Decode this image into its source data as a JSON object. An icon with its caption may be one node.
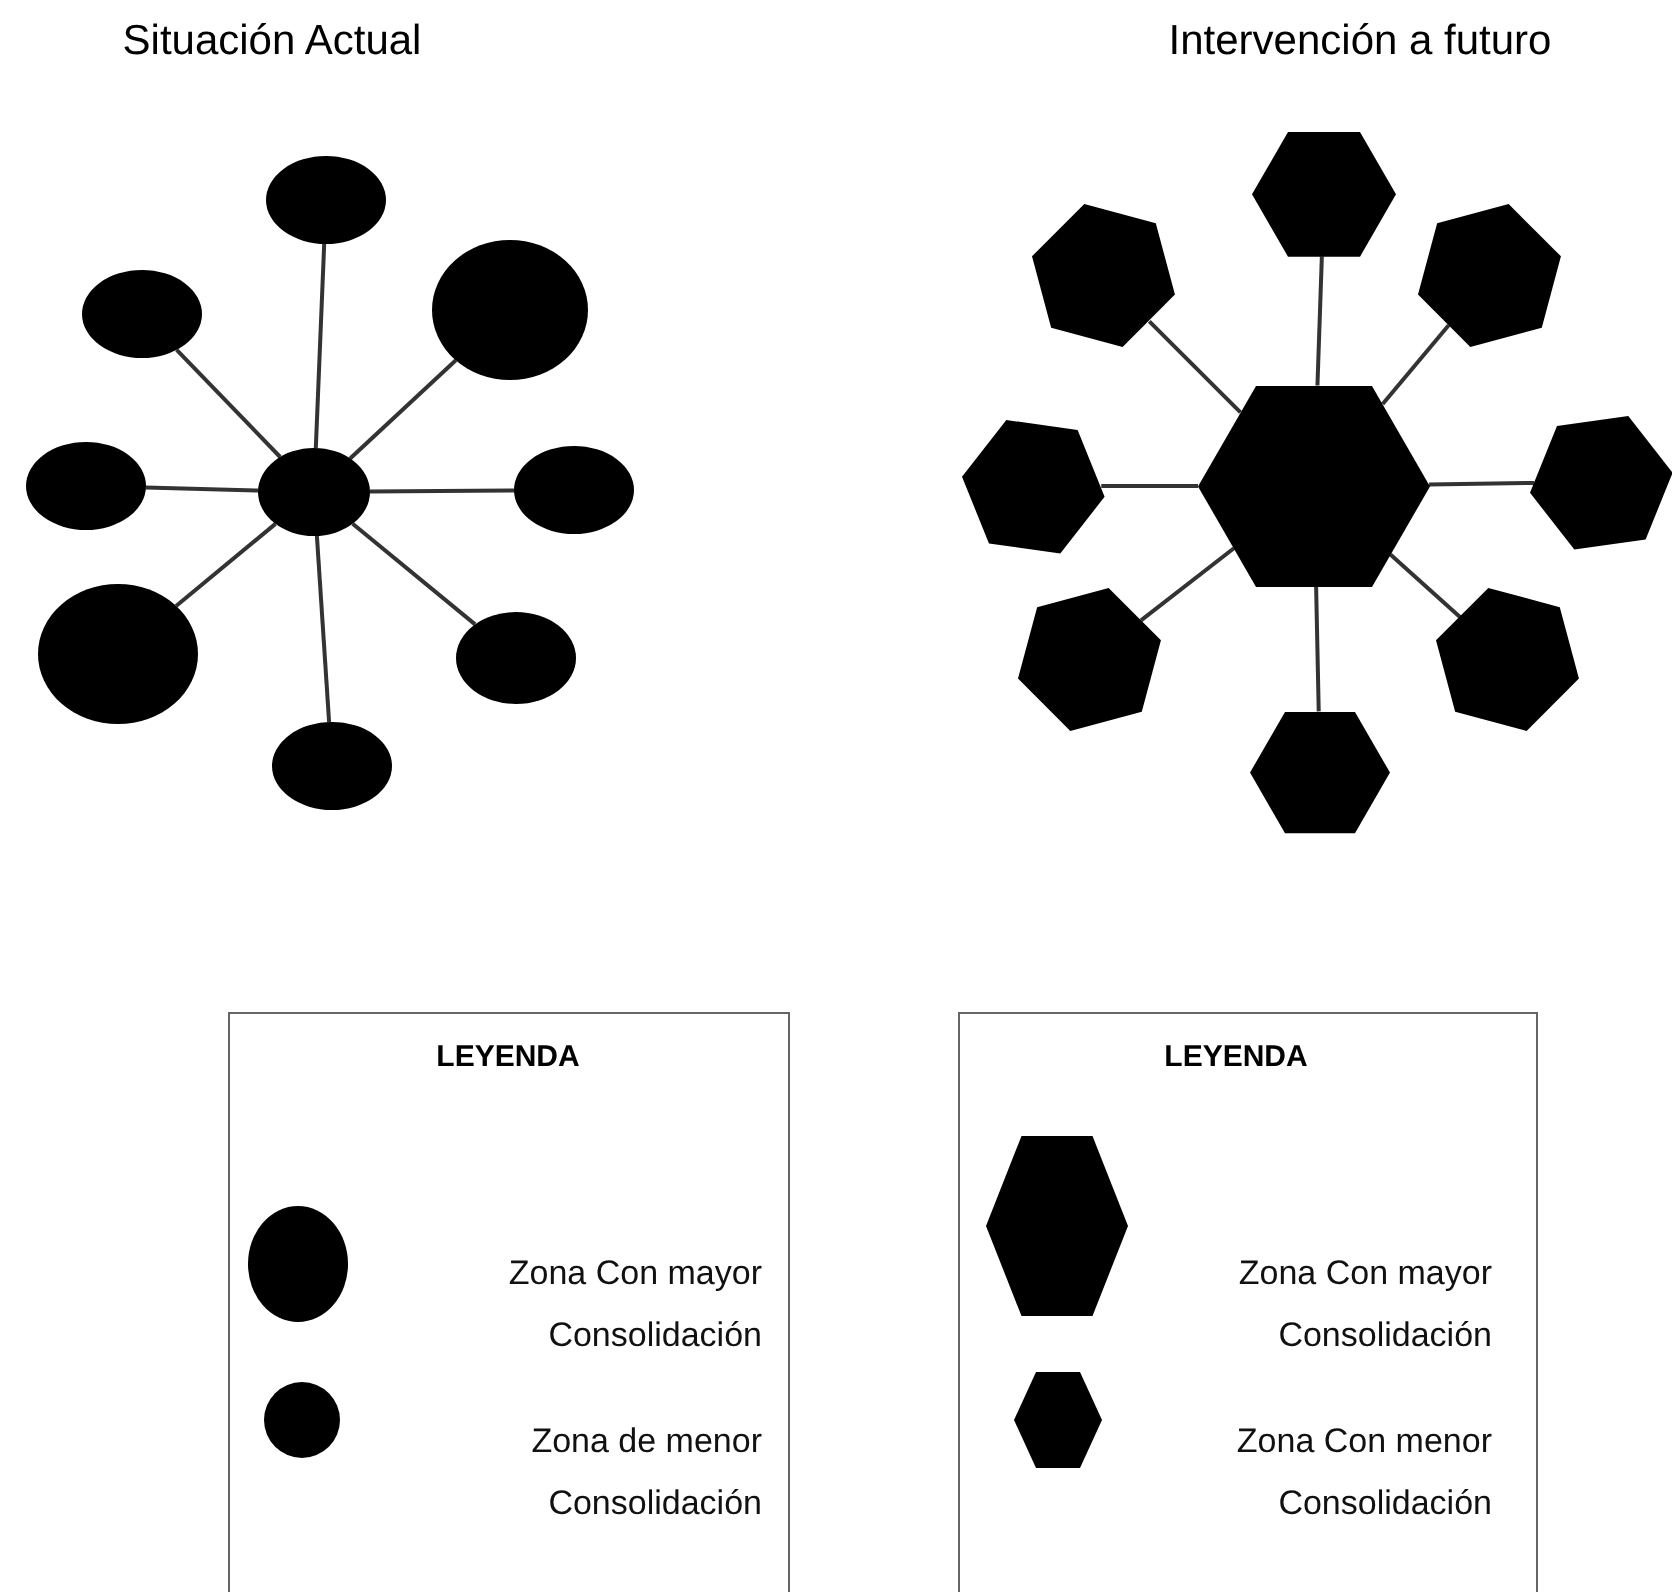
{
  "diagram": {
    "nodes": [
      {
        "text": [],
        "shape": "ellipse"
      },
      {
        "text": [],
        "shape": "ellipse"
      },
      {
        "text": [],
        "shape": "ellipse"
      },
      {
        "text": [],
        "shape": "ellipse"
      },
      {
        "text": [],
        "shape": "ellipse"
      },
      {
        "text": [],
        "shape": "ellipse"
      },
      {
        "text": [],
        "shape": "ellipse"
      },
      {
        "text": [],
        "shape": "ellipse"
      },
      {
        "text": [],
        "shape": "ellipse"
      },
      {
        "text": [],
        "shape": "hexagon"
      },
      {
        "text": [],
        "shape": "hexagon"
      },
      {
        "text": [],
        "shape": "hexagon"
      },
      {
        "text": [],
        "shape": "hexagon"
      },
      {
        "text": [],
        "shape": "hexagon"
      },
      {
        "text": [],
        "shape": "hexagon"
      },
      {
        "text": [],
        "shape": "hexagon"
      },
      {
        "text": [],
        "shape": "hexagon"
      },
      {
        "text": [],
        "shape": "hexagon"
      }
    ],
    "edges": [
      {
        "from": 4,
        "to": 0,
        "arrow": "none"
      },
      {
        "from": 4,
        "to": 1,
        "arrow": "none"
      },
      {
        "from": 4,
        "to": 2,
        "arrow": "none"
      },
      {
        "from": 4,
        "to": 3,
        "arrow": "none"
      },
      {
        "from": 4,
        "to": 5,
        "arrow": "none"
      },
      {
        "from": 4,
        "to": 6,
        "arrow": "none"
      },
      {
        "from": 4,
        "to": 7,
        "arrow": "none"
      },
      {
        "from": 4,
        "to": 8,
        "arrow": "none"
      },
      {
        "from": 13,
        "to": 9,
        "arrow": "none"
      },
      {
        "from": 13,
        "to": 10,
        "arrow": "none"
      },
      {
        "from": 13,
        "to": 11,
        "arrow": "none"
      },
      {
        "from": 13,
        "to": 12,
        "arrow": "none"
      },
      {
        "from": 13,
        "to": 14,
        "arrow": "none"
      },
      {
        "from": 13,
        "to": 15,
        "arrow": "none"
      },
      {
        "from": 13,
        "to": 16,
        "arrow": "none"
      },
      {
        "from": 13,
        "to": 17,
        "arrow": "none"
      }
    ],
    "labels": [
      "Situación Actual",
      "Intervención a futuro",
      "LEYENDA",
      "LEYENDA"
    ],
    "legend": [
      {
        "text": "Zona Con mayor Consolidación"
      },
      {
        "text": "Zona de menor Consolidación"
      },
      {
        "text": "Zona Con mayor Consolidación"
      },
      {
        "text": "Zona Con menor Consolidación"
      }
    ]
  }
}
